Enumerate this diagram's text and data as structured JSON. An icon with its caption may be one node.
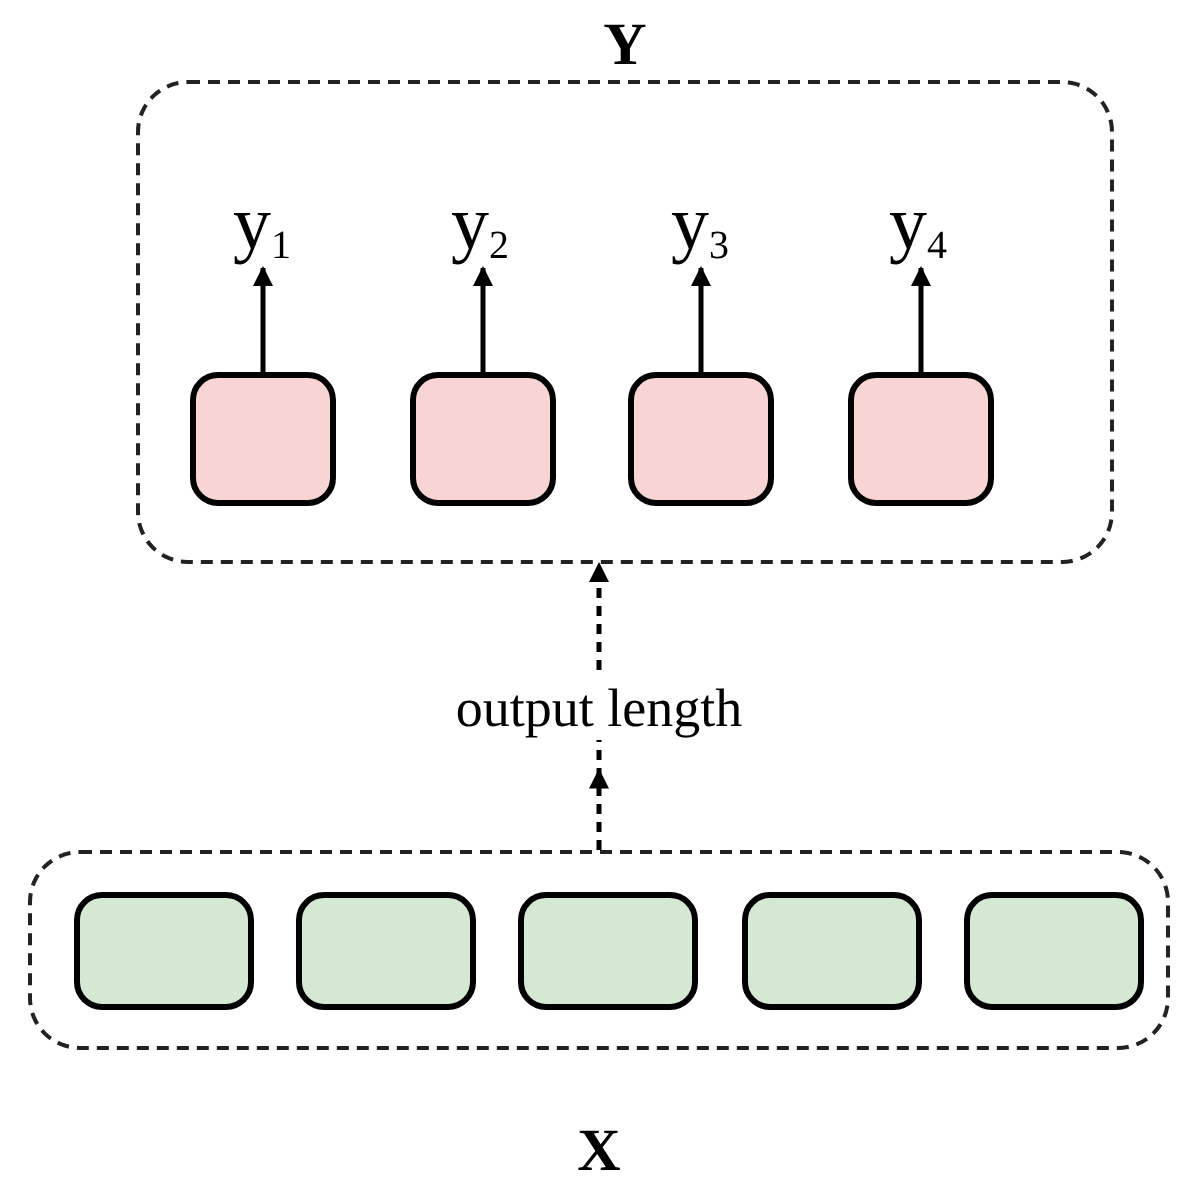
{
  "diagram": {
    "nodes": [
      {
        "text": [
          "Y"
        ]
      },
      {
        "text": [
          "y$_{1}$"
        ],
        "in": 0
      },
      {
        "text": [
          "y$_{2}$"
        ],
        "in": 0
      },
      {
        "text": [
          "y$_{3}$"
        ],
        "in": 0
      },
      {
        "text": [
          "y$_{4}$"
        ],
        "in": 0
      },
      {
        "text": [],
        "shape": "box",
        "in": 0
      },
      {
        "text": [],
        "shape": "box",
        "in": 0
      },
      {
        "text": [],
        "shape": "box",
        "in": 0
      },
      {
        "text": [],
        "shape": "box",
        "in": 0
      },
      {
        "text": [
          "X"
        ]
      },
      {
        "text": [],
        "shape": "box",
        "in": 9
      },
      {
        "text": [],
        "shape": "box",
        "in": 9
      },
      {
        "text": [],
        "shape": "box",
        "in": 9
      },
      {
        "text": [],
        "shape": "box",
        "in": 9
      },
      {
        "text": [],
        "shape": "box",
        "in": 9
      }
    ],
    "edges": [
      {
        "from": 5,
        "to": 1,
        "arrow": "to"
      },
      {
        "from": 6,
        "to": 2,
        "arrow": "to"
      },
      {
        "from": 7,
        "to": 3,
        "arrow": "to"
      },
      {
        "from": 8,
        "to": 4,
        "arrow": "to"
      },
      {
        "from": 9,
        "to": 0,
        "arrow": "to",
        "style": "dashed",
        "label": "output length"
      }
    ]
  }
}
